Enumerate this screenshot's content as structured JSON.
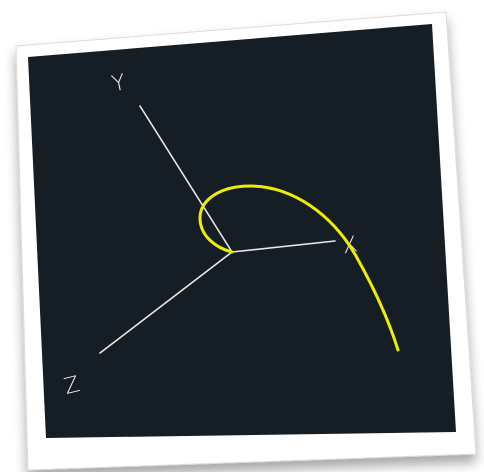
{
  "viewport": {
    "background": "#151e25",
    "frame_color": "#ffffff",
    "axis_color": "#e8e8e8",
    "curve_color": "#eeee00"
  },
  "axes": {
    "x_label": "X",
    "y_label": "Y",
    "z_label": "Z"
  }
}
